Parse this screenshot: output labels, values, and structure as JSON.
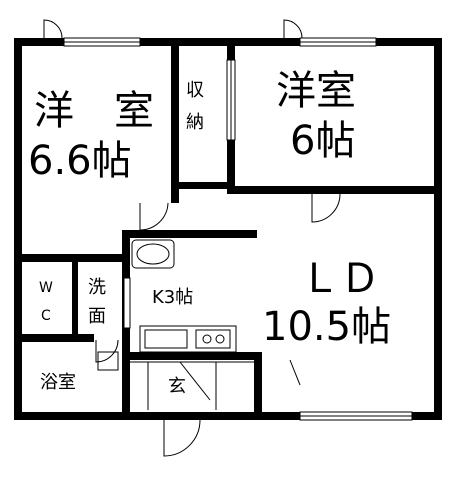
{
  "rooms": {
    "western_room_left": {
      "name": "洋 室",
      "size": "6.6帖"
    },
    "western_room_right": {
      "name": "洋室",
      "size": "6帖"
    },
    "closet": {
      "line1": "収",
      "line2": "納"
    },
    "ld": {
      "name": "ＬＤ",
      "size": "10.5帖"
    },
    "kitchen": {
      "name": "K3帖"
    },
    "wc": {
      "line1": "W",
      "line2": "C"
    },
    "washroom": {
      "line1": "洗",
      "line2": "面"
    },
    "bathroom": {
      "name": "浴室"
    },
    "entrance": {
      "name": "玄"
    }
  },
  "colors": {
    "wall": "#000000",
    "background": "#ffffff"
  }
}
